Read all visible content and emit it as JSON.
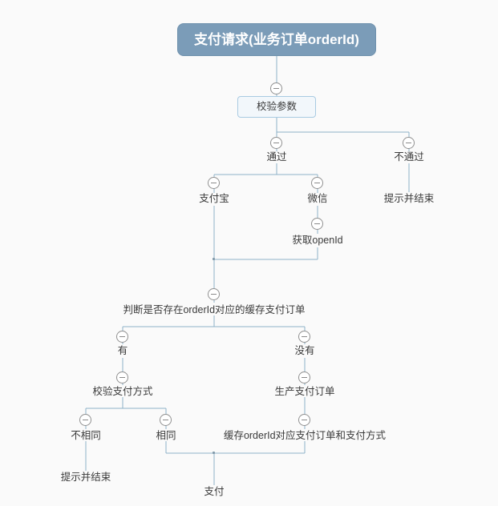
{
  "page": {
    "background": "#fafafa"
  },
  "mindmap": {
    "root": "支付请求(业务订单orderId)",
    "nodes": {
      "validate_params": "校验参数",
      "pass": "通过",
      "fail": "不通过",
      "alipay": "支付宝",
      "wechat": "微信",
      "fail_end": "提示并结束",
      "get_openid": "获取openId",
      "check_cached_order": "判断是否存在orderId对应的缓存支付订单",
      "has": "有",
      "has_not": "没有",
      "verify_pay_method": "校验支付方式",
      "create_pay_order": "生产支付订单",
      "not_same": "不相同",
      "same": "相同",
      "cache_order": "缓存orderId对应支付订单和支付方式",
      "not_same_end": "提示并结束",
      "pay": "支付"
    },
    "icons": {
      "collapse": "minus-circle"
    },
    "colors": {
      "root_fill": "#7b9cb8",
      "root_text": "#ffffff",
      "branch_box_border": "#a9cbe2",
      "branch_box_fill": "#f2f7fb",
      "connector_line": "#8db1c8",
      "collapse_circle_border": "#909090",
      "node_text": "#3a3a3a",
      "background": "#fafafa"
    }
  }
}
